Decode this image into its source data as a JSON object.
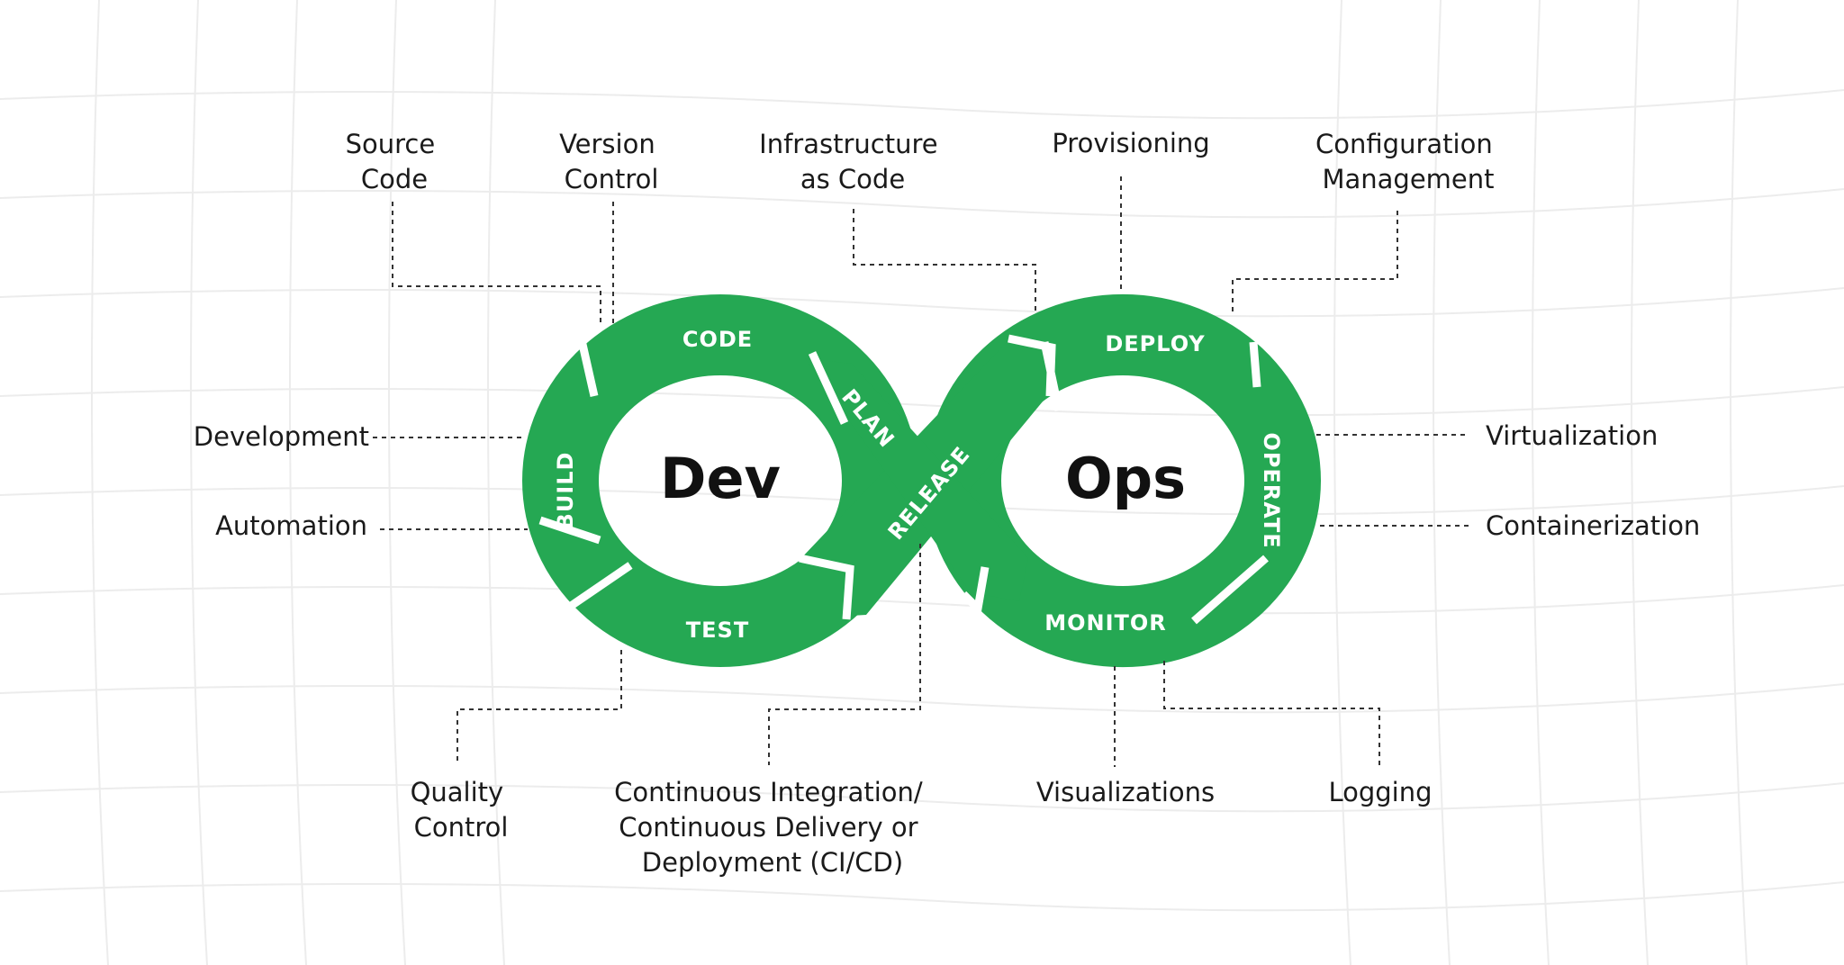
{
  "center": {
    "left_word": "Dev",
    "right_word": "Ops"
  },
  "stages": {
    "code": "CODE",
    "plan": "PLAN",
    "release": "RELEASE",
    "deploy": "DEPLOY",
    "operate": "OPERATE",
    "monitor": "MONITOR",
    "test": "TEST",
    "build": "BUILD"
  },
  "labels": {
    "source_code": [
      "Source",
      "Code"
    ],
    "version_control": [
      "Version",
      "Control"
    ],
    "infrastructure_as_code": [
      "Infrastructure",
      "as Code"
    ],
    "provisioning": [
      "Provisioning"
    ],
    "configuration_management": [
      "Configuration",
      "Management"
    ],
    "development": [
      "Development"
    ],
    "automation": [
      "Automation"
    ],
    "virtualization": [
      "Virtualization"
    ],
    "containerization": [
      "Containerization"
    ],
    "quality_control": [
      "Quality",
      "Control"
    ],
    "ci_cd": [
      "Continuous Integration/",
      "Continuous Delivery or",
      "Deployment (CI/CD)"
    ],
    "visualizations": [
      "Visualizations"
    ],
    "logging": [
      "Logging"
    ]
  },
  "colors": {
    "loop": "#25a853",
    "text": "#1a1a1a",
    "background": "#ffffff"
  }
}
